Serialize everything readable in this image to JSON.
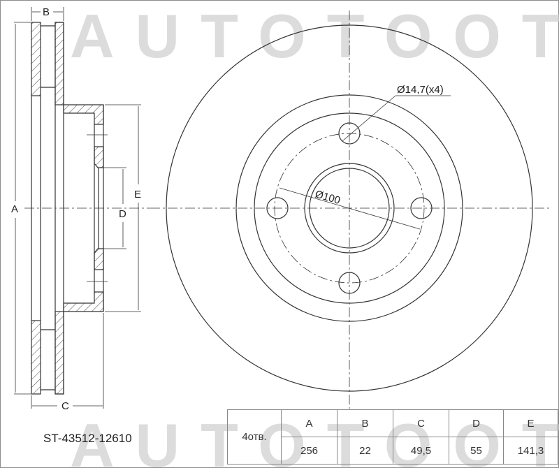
{
  "watermark": "AUTOTOOT",
  "part_number": "ST-43512-12610",
  "drawing_labels": {
    "A": "A",
    "B": "B",
    "C": "C",
    "D": "D",
    "E": "E",
    "bolt_hole_callout": "Ø14,7(x4)",
    "pcd_callout": "Ø100"
  },
  "spec_table": {
    "holes_label": "4отв.",
    "headers": [
      "A",
      "B",
      "C",
      "D",
      "E"
    ],
    "values": [
      "256",
      "22",
      "49,5",
      "55",
      "141,3"
    ]
  },
  "colors": {
    "line": "#333333",
    "watermark": "#dcdcdc"
  }
}
